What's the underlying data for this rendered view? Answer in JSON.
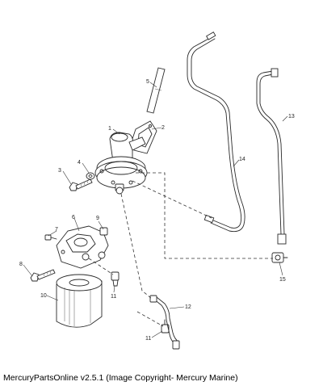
{
  "diagram": {
    "callouts": [
      "1",
      "2",
      "3",
      "4",
      "5",
      "6",
      "7",
      "8",
      "9",
      "10",
      "11",
      "11",
      "12",
      "13",
      "14",
      "15"
    ]
  },
  "footer": {
    "text": "MercuryPartsOnline v2.5.1 (Image Copyright- Mercury Marine)"
  }
}
